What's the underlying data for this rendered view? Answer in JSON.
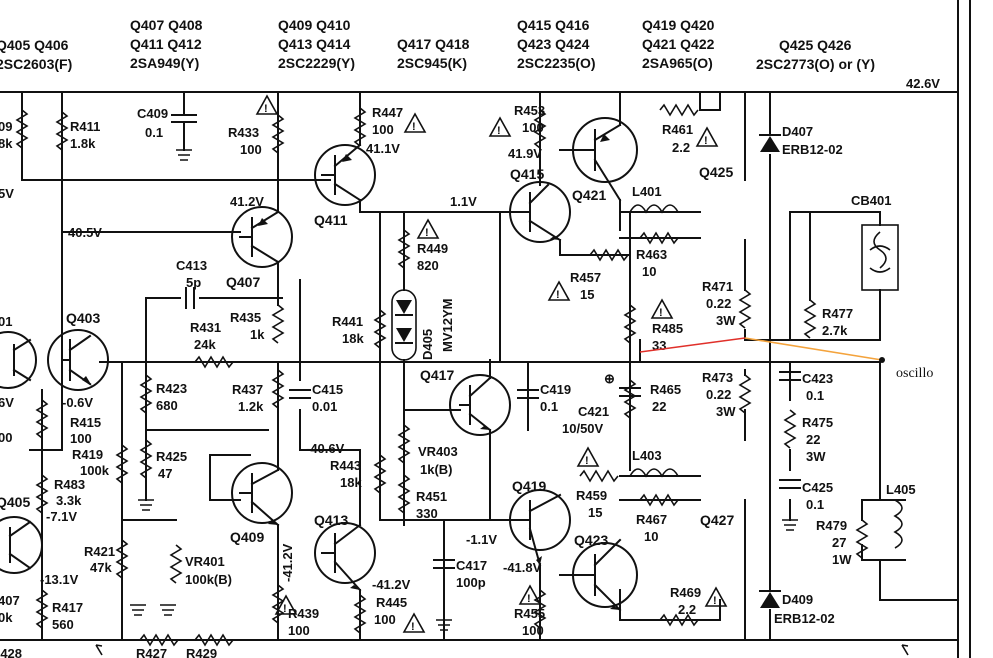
{
  "headers": [
    {
      "id": "h1a",
      "text": "Q405 Q406"
    },
    {
      "id": "h1b",
      "text": "2SC2603(F)"
    },
    {
      "id": "h2a",
      "text": "Q407 Q408"
    },
    {
      "id": "h2b",
      "text": "Q411 Q412"
    },
    {
      "id": "h2c",
      "text": "2SA949(Y)"
    },
    {
      "id": "h3a",
      "text": "Q409 Q410"
    },
    {
      "id": "h3b",
      "text": "Q413 Q414"
    },
    {
      "id": "h3c",
      "text": "2SC2229(Y)"
    },
    {
      "id": "h4a",
      "text": "Q417 Q418"
    },
    {
      "id": "h4b",
      "text": "2SC945(K)"
    },
    {
      "id": "h5a",
      "text": "Q415 Q416"
    },
    {
      "id": "h5b",
      "text": "Q423 Q424"
    },
    {
      "id": "h5c",
      "text": "2SC2235(O)"
    },
    {
      "id": "h6a",
      "text": "Q419 Q420"
    },
    {
      "id": "h6b",
      "text": "Q421 Q422"
    },
    {
      "id": "h6c",
      "text": "2SA965(O)"
    },
    {
      "id": "h7a",
      "text": "Q425 Q426"
    },
    {
      "id": "h7b",
      "text": "2SC2773(O) or (Y)"
    }
  ],
  "labels": [
    {
      "id": "v426",
      "text": "42.6V"
    },
    {
      "id": "r09a",
      "text": "09"
    },
    {
      "id": "r09b",
      "text": "8k"
    },
    {
      "id": "v5",
      "text": "5V"
    },
    {
      "id": "r411",
      "text": "R411"
    },
    {
      "id": "r411v",
      "text": "1.8k"
    },
    {
      "id": "v405",
      "text": "40.5V"
    },
    {
      "id": "c409",
      "text": "C409"
    },
    {
      "id": "c409v",
      "text": "0.1"
    },
    {
      "id": "r433",
      "text": "R433"
    },
    {
      "id": "r433v",
      "text": "100"
    },
    {
      "id": "v412",
      "text": "41.2V"
    },
    {
      "id": "r447",
      "text": "R447"
    },
    {
      "id": "r447v",
      "text": "100"
    },
    {
      "id": "v411",
      "text": "41.1V"
    },
    {
      "id": "v11",
      "text": "1.1V"
    },
    {
      "id": "r449",
      "text": "R449"
    },
    {
      "id": "r449v",
      "text": "820"
    },
    {
      "id": "d405",
      "text": "D405"
    },
    {
      "id": "d405v",
      "text": "MV12YM"
    },
    {
      "id": "r453",
      "text": "R453"
    },
    {
      "id": "r453v",
      "text": "100"
    },
    {
      "id": "v419",
      "text": "41.9V"
    },
    {
      "id": "r461",
      "text": "R461"
    },
    {
      "id": "r461v",
      "text": "2.2"
    },
    {
      "id": "l401",
      "text": "L401"
    },
    {
      "id": "r463",
      "text": "R463"
    },
    {
      "id": "r463v",
      "text": "10"
    },
    {
      "id": "r457",
      "text": "R457"
    },
    {
      "id": "r457v",
      "text": "15"
    },
    {
      "id": "d407",
      "text": "D407"
    },
    {
      "id": "d407v",
      "text": "ERB12-02"
    },
    {
      "id": "cb401",
      "text": "CB401"
    },
    {
      "id": "r471",
      "text": "R471"
    },
    {
      "id": "r471v",
      "text": "0.22"
    },
    {
      "id": "r471w",
      "text": "3W"
    },
    {
      "id": "r477",
      "text": "R477"
    },
    {
      "id": "r477v",
      "text": "2.7k"
    },
    {
      "id": "r485",
      "text": "R485"
    },
    {
      "id": "r485v",
      "text": "33"
    },
    {
      "id": "c413",
      "text": "C413"
    },
    {
      "id": "c413v",
      "text": "5p"
    },
    {
      "id": "r431",
      "text": "R431"
    },
    {
      "id": "r431v",
      "text": "24k"
    },
    {
      "id": "r435",
      "text": "R435"
    },
    {
      "id": "r435v",
      "text": "1k"
    },
    {
      "id": "r441",
      "text": "R441"
    },
    {
      "id": "r441v",
      "text": "18k"
    },
    {
      "id": "r423",
      "text": "R423"
    },
    {
      "id": "r423v",
      "text": "680"
    },
    {
      "id": "r437",
      "text": "R437"
    },
    {
      "id": "r437v",
      "text": "1.2k"
    },
    {
      "id": "c415",
      "text": "C415"
    },
    {
      "id": "c415v",
      "text": "0.01"
    },
    {
      "id": "c419",
      "text": "C419"
    },
    {
      "id": "c419v",
      "text": "0.1"
    },
    {
      "id": "c421",
      "text": "C421"
    },
    {
      "id": "c421v",
      "text": "10/50V"
    },
    {
      "id": "r465",
      "text": "R465"
    },
    {
      "id": "r465v",
      "text": "22"
    },
    {
      "id": "r473",
      "text": "R473"
    },
    {
      "id": "r473v",
      "text": "0.22"
    },
    {
      "id": "r473w",
      "text": "3W"
    },
    {
      "id": "c423",
      "text": "C423"
    },
    {
      "id": "c423v",
      "text": "0.1"
    },
    {
      "id": "r475",
      "text": "R475"
    },
    {
      "id": "r475v",
      "text": "22"
    },
    {
      "id": "r475w",
      "text": "3W"
    },
    {
      "id": "vm06",
      "text": "-0.6V"
    },
    {
      "id": "r415",
      "text": "R415"
    },
    {
      "id": "r415v",
      "text": "100"
    },
    {
      "id": "r419",
      "text": "R419"
    },
    {
      "id": "r419v",
      "text": "100k"
    },
    {
      "id": "r425",
      "text": "R425"
    },
    {
      "id": "r425v",
      "text": "47"
    },
    {
      "id": "vm406",
      "text": "-40.6V"
    },
    {
      "id": "vr403",
      "text": "VR403"
    },
    {
      "id": "vr403v",
      "text": "1k(B)"
    },
    {
      "id": "r443",
      "text": "R443"
    },
    {
      "id": "r443v",
      "text": "18k"
    },
    {
      "id": "r483",
      "text": "R483"
    },
    {
      "id": "r483v",
      "text": "3.3k"
    },
    {
      "id": "vm71",
      "text": "-7.1V"
    },
    {
      "id": "r451",
      "text": "R451"
    },
    {
      "id": "r451v",
      "text": "330"
    },
    {
      "id": "r459",
      "text": "R459"
    },
    {
      "id": "r459v",
      "text": "15"
    },
    {
      "id": "l403",
      "text": "L403"
    },
    {
      "id": "r467",
      "text": "R467"
    },
    {
      "id": "r467v",
      "text": "10"
    },
    {
      "id": "c425",
      "text": "C425"
    },
    {
      "id": "c425v",
      "text": "0.1"
    },
    {
      "id": "l405",
      "text": "L405"
    },
    {
      "id": "r479",
      "text": "R479"
    },
    {
      "id": "r479v",
      "text": "27"
    },
    {
      "id": "r479w",
      "text": "1W"
    },
    {
      "id": "r421",
      "text": "R421"
    },
    {
      "id": "r421v",
      "text": "47k"
    },
    {
      "id": "vr401",
      "text": "VR401"
    },
    {
      "id": "vr401v",
      "text": "100k(B)"
    },
    {
      "id": "vm412b",
      "text": "-41.2V"
    },
    {
      "id": "vm412c",
      "text": "-41.2V"
    },
    {
      "id": "vm11",
      "text": "-1.1V"
    },
    {
      "id": "c417",
      "text": "C417"
    },
    {
      "id": "c417v",
      "text": "100p"
    },
    {
      "id": "vm418",
      "text": "-41.8V"
    },
    {
      "id": "vm131",
      "text": "-13.1V"
    },
    {
      "id": "r439",
      "text": "R439"
    },
    {
      "id": "r439v",
      "text": "100"
    },
    {
      "id": "r445",
      "text": "R445"
    },
    {
      "id": "r445v",
      "text": "100"
    },
    {
      "id": "r455",
      "text": "R455"
    },
    {
      "id": "r455v",
      "text": "100"
    },
    {
      "id": "r469",
      "text": "R469"
    },
    {
      "id": "r469v",
      "text": "2.2"
    },
    {
      "id": "d409",
      "text": "D409"
    },
    {
      "id": "d409v",
      "text": "ERB12-02"
    },
    {
      "id": "r417",
      "text": "R417"
    },
    {
      "id": "r417v",
      "text": "560"
    },
    {
      "id": "r407a",
      "text": "407"
    },
    {
      "id": "r407b",
      "text": "0k"
    },
    {
      "id": "r01a",
      "text": "01"
    },
    {
      "id": "r6v",
      "text": "6V"
    },
    {
      "id": "r00",
      "text": "00"
    },
    {
      "id": "r427",
      "text": "R427"
    },
    {
      "id": "r429",
      "text": "R429"
    },
    {
      "id": "r428",
      "text": "-428"
    }
  ],
  "transistors": [
    {
      "id": "q403",
      "text": "Q403"
    },
    {
      "id": "q405",
      "text": "Q405"
    },
    {
      "id": "q407",
      "text": "Q407"
    },
    {
      "id": "q409",
      "text": "Q409"
    },
    {
      "id": "q411",
      "text": "Q411"
    },
    {
      "id": "q413",
      "text": "Q413"
    },
    {
      "id": "q415",
      "text": "Q415"
    },
    {
      "id": "q417",
      "text": "Q417"
    },
    {
      "id": "q419",
      "text": "Q419"
    },
    {
      "id": "q421",
      "text": "Q421"
    },
    {
      "id": "q423",
      "text": "Q423"
    },
    {
      "id": "q425",
      "text": "Q425"
    },
    {
      "id": "q427",
      "text": "Q427"
    }
  ],
  "annotations": {
    "oscillo": "oscillo",
    "warning_mark": "!",
    "polarity_mark": "⊕",
    "probe_color_red": "#e0302a",
    "probe_color_orange": "#f4a33c"
  }
}
